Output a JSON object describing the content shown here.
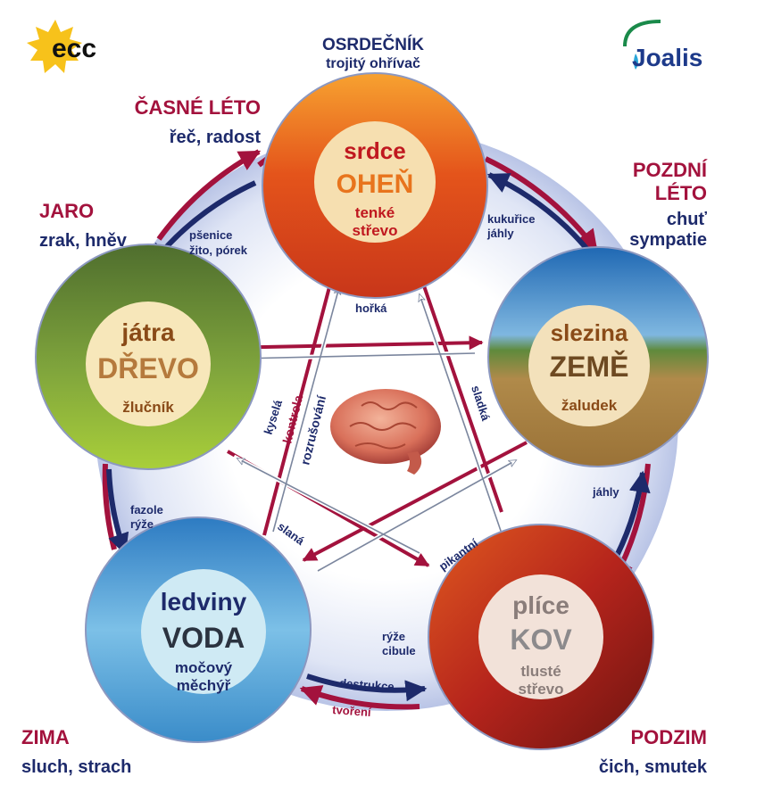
{
  "logos": {
    "left": "ecc",
    "right": "Joalis"
  },
  "top": {
    "title": "OSRDEČNÍK",
    "subtitle": "trojitý ohřívač"
  },
  "elements": {
    "fire": {
      "organ": "srdce",
      "element": "OHEŇ",
      "partner": [
        "tenké",
        "střevo"
      ],
      "season": "ČASNÉ LÉTO",
      "senses": "řeč, radost"
    },
    "earth": {
      "organ": "slezina",
      "element": "ZEMĚ",
      "partner": [
        "žaludek"
      ],
      "season_lines": [
        "POZDNÍ",
        "LÉTO"
      ],
      "senses_lines": [
        "chuť",
        "sympatie"
      ]
    },
    "metal": {
      "organ": "plíce",
      "element": "KOV",
      "partner": [
        "tlusté",
        "střevo"
      ],
      "season": "PODZIM",
      "senses": "čich, smutek"
    },
    "water": {
      "organ": "ledviny",
      "element": "VODA",
      "partner": [
        "močový",
        "měchýř"
      ],
      "season": "ZIMA",
      "senses": "sluch, strach"
    },
    "wood": {
      "organ": "játra",
      "element": "DŘEVO",
      "partner": [
        "žlučník"
      ],
      "season": "JARO",
      "senses": "zrak, hněv"
    }
  },
  "foods": {
    "wood_fire": [
      "pšenice",
      "žito, pórek"
    ],
    "fire_earth": [
      "kukuřice",
      "jáhly"
    ],
    "earth_metal": [
      "jáhly"
    ],
    "metal_water": [
      "rýže",
      "cibule"
    ],
    "water_wood": [
      "fazole",
      "rýže"
    ]
  },
  "tastes": {
    "fire": "hořká",
    "wood": "kyselá",
    "earth": "sladká",
    "water": "slaná",
    "metal": "pikantní"
  },
  "cycles": {
    "control": "kontrola",
    "disruption": "rozrušování",
    "destruction": "destrukce",
    "creation": "tvoření"
  },
  "colors": {
    "crimson": "#a3123d",
    "navy": "#1d2a6b",
    "core_fire": "#f6dfb0",
    "core_earth": "#f3e1bb",
    "core_metal": "#f2e2d9",
    "core_water": "#cfeaf4",
    "core_wood": "#f7e7ba"
  }
}
